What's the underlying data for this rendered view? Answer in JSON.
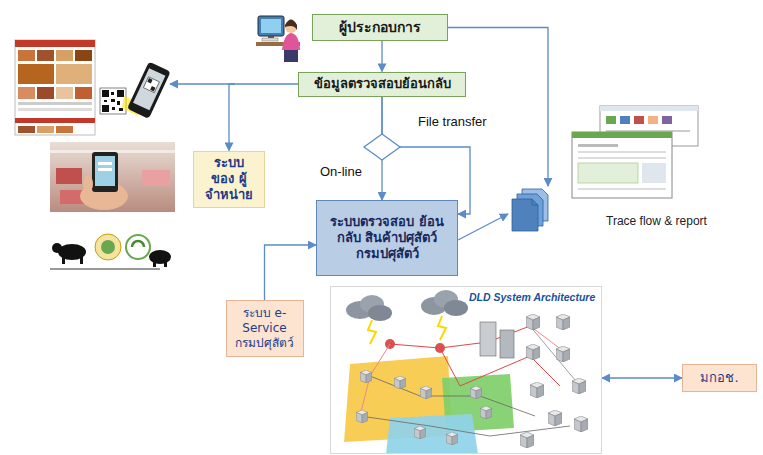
{
  "diagram": {
    "nodes": [
      {
        "text": [
          "ผู้ประกอบการ"
        ]
      },
      {
        "text": [
          "ข้อมูลตรวจสอบย้อนกลับ"
        ]
      },
      {
        "text": [
          "ระบบ ของ ผู้จำหน่าย"
        ]
      },
      {
        "text": [
          "ระบบตรวจสอบ ย้อนกลับ สินค้าปศุสัตว์ กรมปศุสัตว์"
        ]
      },
      {
        "text": [
          "Trace flow & report"
        ]
      },
      {
        "text": [
          "ระบบ e-Service กรมปศุสัตว์"
        ]
      },
      {
        "text": [
          "DLD System Architecture"
        ]
      },
      {
        "text": [
          "มกอช."
        ]
      }
    ],
    "edges": [
      {
        "from": 0,
        "to": 1,
        "arrow": "to"
      },
      {
        "from": 0,
        "to": 4,
        "arrow": "to"
      },
      {
        "from": 1,
        "to": 2,
        "arrow": "to"
      },
      {
        "from": 1,
        "to": 3,
        "label": "On-line",
        "arrow": "to"
      },
      {
        "from": 1,
        "to": 3,
        "label": "File transfer",
        "arrow": "to"
      },
      {
        "from": 3,
        "to": 4,
        "arrow": "to"
      },
      {
        "from": 5,
        "to": 3,
        "arrow": "to"
      },
      {
        "from": 6,
        "to": 7,
        "arrow": "both"
      }
    ]
  }
}
